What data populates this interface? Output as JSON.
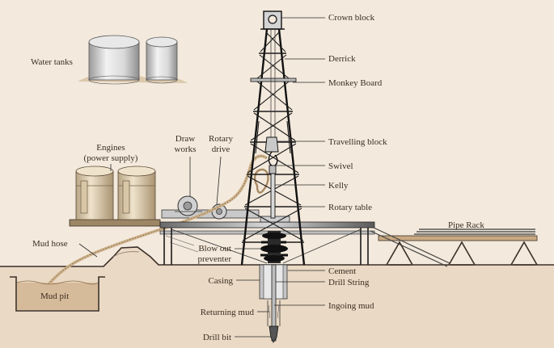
{
  "labels": {
    "crown_block": "Crown block",
    "derrick": "Derrick",
    "monkey_board": "Monkey Board",
    "travelling_block": "Travelling block",
    "swivel": "Swivel",
    "kelly": "Kelly",
    "rotary_table": "Rotary table",
    "pipe_rack": "Pipe Rack",
    "cement": "Cement",
    "drill_string": "Drill String",
    "ingoing_mud": "Ingoing mud",
    "water_tanks": "Water tanks",
    "engines_line1": "Engines",
    "engines_line2": "(power supply)",
    "draw_works_line1": "Draw",
    "draw_works_line2": "works",
    "rotary_drive_line1": "Rotary",
    "rotary_drive_line2": "drive",
    "mud_hose": "Mud hose",
    "blow_out_line1": "Blow out",
    "blow_out_line2": "preventer",
    "casing": "Casing",
    "mud_pit": "Mud pit",
    "returning_mud": "Returning mud",
    "drill_bit": "Drill bit"
  },
  "colors": {
    "background": "#f3e9dc",
    "ground": "#ead9c4",
    "ground_edge": "#3a3028",
    "steel": "#1c1c1c",
    "tank_light": "#f4f4f4",
    "tank_shade": "#a8a8a8",
    "engine_tan": "#d9c8a8",
    "hose": "#cbb08a"
  }
}
